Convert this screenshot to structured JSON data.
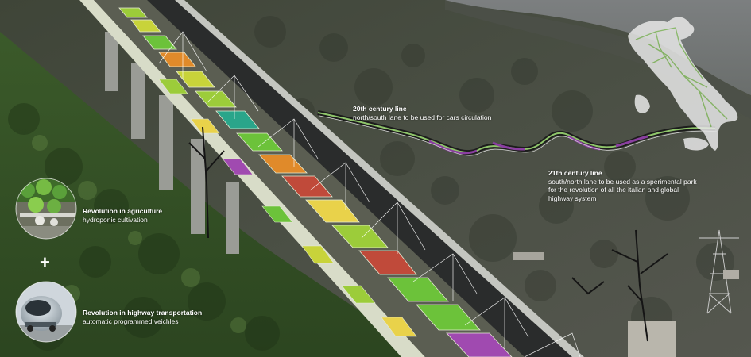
{
  "annotations": {
    "century20": {
      "title": "20th century line",
      "lines": [
        "north/south lane to be used for cars circulation"
      ]
    },
    "century21": {
      "title": "21th century line",
      "lines": [
        "south/north lane to be used as a sperimental park",
        "for the revolution of all the italian and global",
        "highway system"
      ]
    },
    "agriculture": {
      "title": "Revolution in agriculture",
      "lines": [
        "hydroponic cultivation"
      ]
    },
    "highway": {
      "title": "Revolution in highway transportation",
      "lines": [
        "automatic programmed veichles"
      ]
    },
    "plus_symbol": "+"
  },
  "colors": {
    "green_route": "#8ec46a",
    "purple_route": "#8a3fa0",
    "garden_palette": [
      "#9ccc3a",
      "#c8d33a",
      "#e08a2a",
      "#c04a3a",
      "#2aa58a",
      "#a04ab0",
      "#6cc23a",
      "#e9d24a"
    ]
  }
}
